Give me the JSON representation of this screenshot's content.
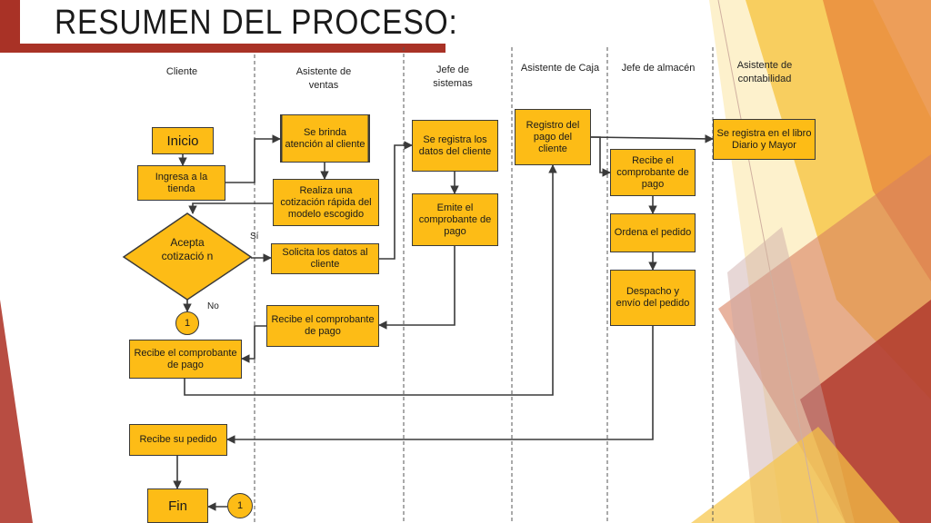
{
  "title": "RESUMEN DEL PROCESO:",
  "lanes": {
    "cliente": "Cliente",
    "ventas": "Asistente de ventas",
    "sistemas": "Jefe de sistemas",
    "caja": "Asistente de Caja",
    "almacen": "Jefe de almacén",
    "contabilidad": "Asistente de contabilidad"
  },
  "nodes": {
    "inicio": "Inicio",
    "ingresa": "Ingresa a la tienda",
    "acepta": "Acepta cotizació n",
    "recibe_comprobante_cliente": "Recibe el comprobante de pago",
    "recibe_pedido": "Recibe su pedido",
    "fin": "Fin",
    "brinda_atencion": "Se brinda atención al cliente",
    "cotizacion": "Realiza una cotización rápida del modelo escogido",
    "solicita_datos": "Solicita los datos al cliente",
    "recibe_comprobante_ventas": "Recibe el comprobante de pago",
    "registra_datos": "Se registra los datos del cliente",
    "emite_comprobante": "Emite el comprobante de pago",
    "registro_pago": "Registro del pago del cliente",
    "recibe_comprobante_almacen": "Recibe el comprobante de pago",
    "ordena_pedido": "Ordena el pedido",
    "despacho": "Despacho y envío del pedido",
    "registra_libro": "Se registra en el libro Diario y Mayor"
  },
  "connectors": {
    "c1": "1",
    "c2": "1"
  },
  "labels": {
    "si": "Sí",
    "no": "No"
  },
  "colors": {
    "box_fill": "#fdbc16",
    "title_bar": "#a93226",
    "line": "#3a3a3a"
  }
}
